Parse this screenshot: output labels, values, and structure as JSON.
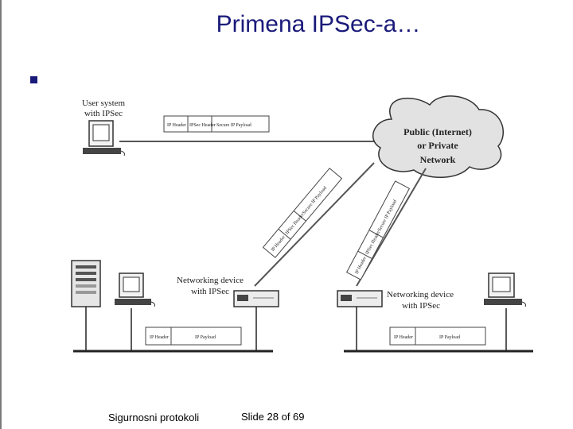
{
  "slide": {
    "title": "Primena IPSec-a…",
    "footer_left": "Sigurnosni protokoli",
    "footer_right": "Slide 28 of 69"
  },
  "diagram": {
    "user_system_label": [
      "User system",
      "with IPSec"
    ],
    "cloud_label": [
      "Public (Internet)",
      "or Private",
      "Network"
    ],
    "device_left_label": [
      "Networking device",
      "with IPSec"
    ],
    "device_right_label": [
      "Networking device",
      "with IPSec"
    ],
    "packet_secure": [
      "IP Header",
      "IPSec Header",
      "Secure IP Payload"
    ],
    "packet_plain": [
      "IP Header",
      "IP Payload"
    ]
  },
  "colors": {
    "title": "#1a1a7a",
    "diagram_stroke": "#333333",
    "cloud_fill": "#e2e2e2"
  }
}
